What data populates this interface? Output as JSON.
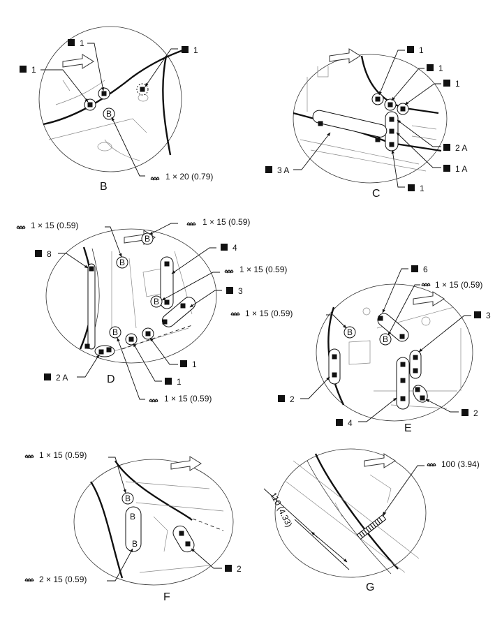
{
  "symbols": {
    "spot_weld": "■",
    "arc_weld": "ᴕ"
  },
  "views": {
    "B": {
      "caption": "B",
      "labels": [
        "1",
        "1",
        "1",
        "1 × 20 (0.79)"
      ]
    },
    "C": {
      "caption": "C",
      "labels": [
        "1",
        "1",
        "1",
        "2 A",
        "1 A",
        "1",
        "3 A"
      ]
    },
    "D": {
      "caption": "D",
      "labels": [
        "1 × 15 (0.59)",
        "1 × 15 (0.59)",
        "8",
        "4",
        "1 × 15 (0.59)",
        "3",
        "2 A",
        "1",
        "1",
        "1 × 15 (0.59)"
      ]
    },
    "E": {
      "caption": "E",
      "labels": [
        "6",
        "1 × 15 (0.59)",
        "1 × 15 (0.59)",
        "3",
        "2",
        "4",
        "2"
      ]
    },
    "F": {
      "caption": "F",
      "labels": [
        "1 × 15 (0.59)",
        "2",
        "2 × 15 (0.59)"
      ]
    },
    "G": {
      "caption": "G",
      "labels": [
        "100 (3.94)",
        "110 (4.33)"
      ]
    }
  },
  "colors": {
    "ink": "#111111",
    "paper": "#ffffff",
    "linework": "#333333"
  }
}
